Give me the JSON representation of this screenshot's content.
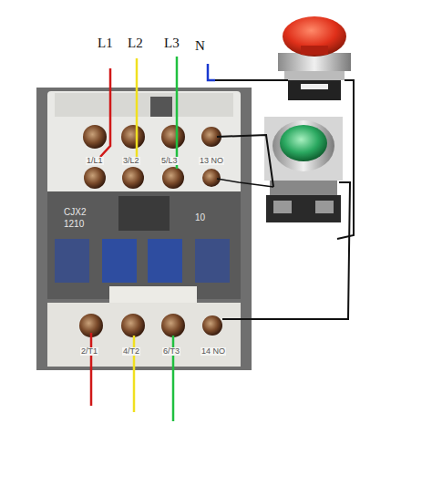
{
  "diagram": {
    "labels": [
      "L1",
      "L2",
      "L3",
      "N",
      "1/L1",
      "3/L2",
      "5/L3",
      "13 NO",
      "CJX2",
      "1210",
      "10",
      "2/T1",
      "4/T2",
      "6/T3",
      "14 NO"
    ]
  }
}
